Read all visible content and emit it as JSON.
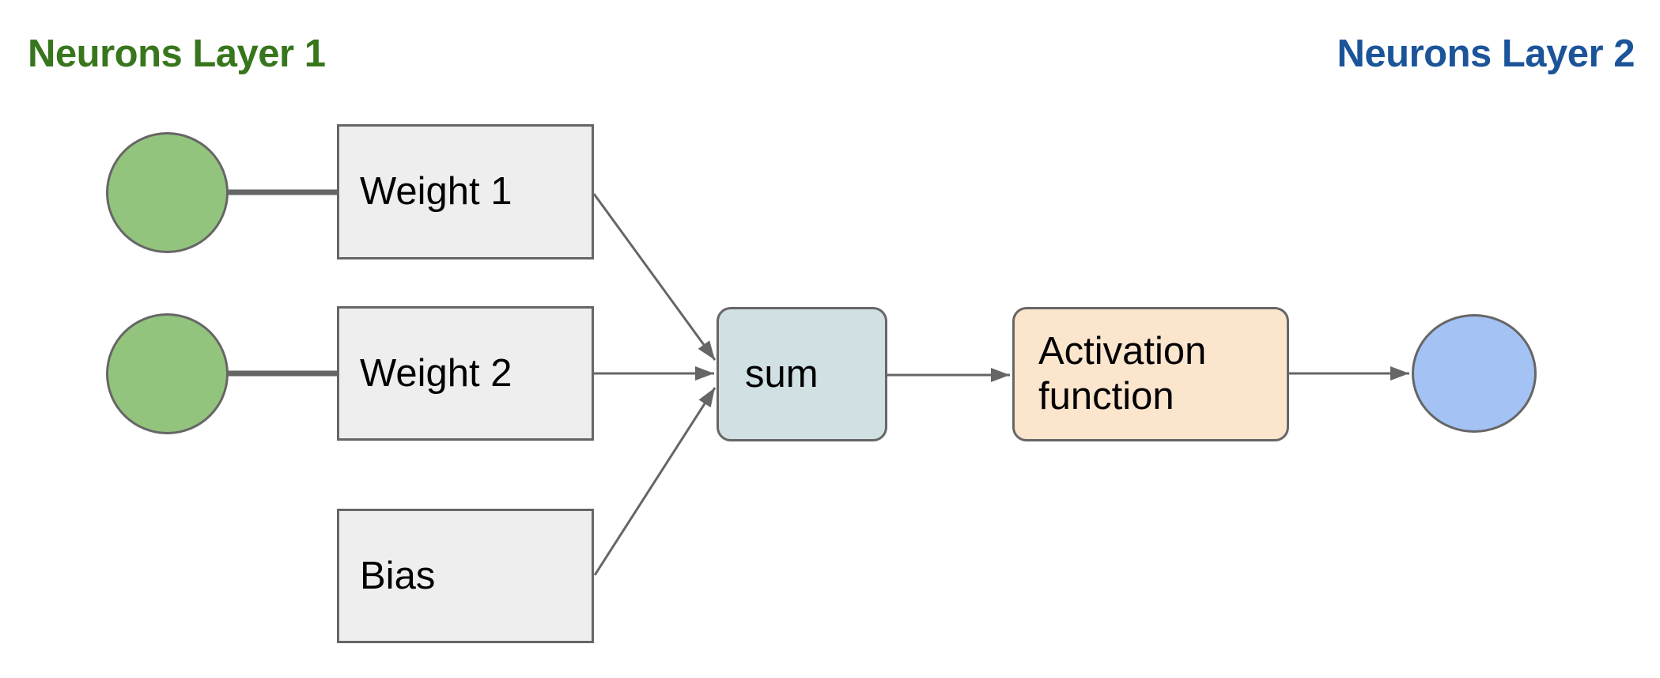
{
  "header": {
    "layer1_title": "Neurons Layer 1",
    "layer2_title": "Neurons Layer 2"
  },
  "nodes": {
    "weight1_label": "Weight 1",
    "weight2_label": "Weight 2",
    "bias_label": "Bias",
    "sum_label": "sum",
    "activation_label": "Activation function"
  },
  "edges": [
    {
      "from": "input-neuron-1",
      "to": "weight1",
      "style": "thick-line"
    },
    {
      "from": "input-neuron-2",
      "to": "weight2",
      "style": "thick-line"
    },
    {
      "from": "weight1",
      "to": "sum",
      "style": "arrow"
    },
    {
      "from": "weight2",
      "to": "sum",
      "style": "arrow"
    },
    {
      "from": "bias",
      "to": "sum",
      "style": "arrow"
    },
    {
      "from": "sum",
      "to": "activation",
      "style": "arrow"
    },
    {
      "from": "activation",
      "to": "output-neuron",
      "style": "arrow"
    }
  ],
  "colors": {
    "layer1_title": "#38761d",
    "layer2_title": "#1b5499",
    "input_neuron_fill": "#93c47d",
    "output_neuron_fill": "#a4c2f4",
    "weight_box_fill": "#eeeeee",
    "sum_box_fill": "#d0e0e3",
    "activation_box_fill": "#fce5cd",
    "line_stroke": "#666666",
    "text_color": "#000000",
    "background": "#ffffff"
  }
}
